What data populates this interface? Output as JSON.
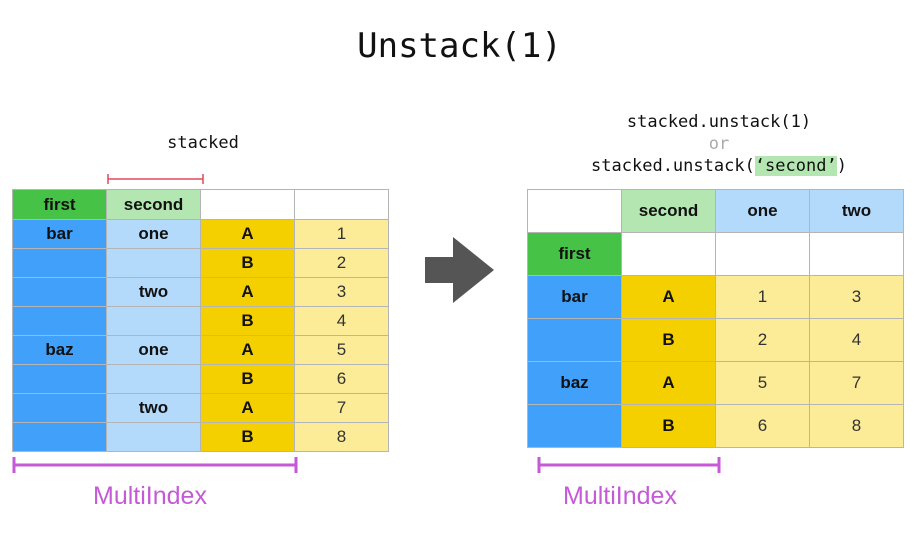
{
  "title": "Unstack(1)",
  "left": {
    "caption": "stacked",
    "header": [
      "first",
      "second",
      "",
      ""
    ],
    "rows": [
      [
        "bar",
        "one",
        "A",
        "1"
      ],
      [
        "",
        "",
        "B",
        "2"
      ],
      [
        "",
        "two",
        "A",
        "3"
      ],
      [
        "",
        "",
        "B",
        "4"
      ],
      [
        "baz",
        "one",
        "A",
        "5"
      ],
      [
        "",
        "",
        "B",
        "6"
      ],
      [
        "",
        "two",
        "A",
        "7"
      ],
      [
        "",
        "",
        "B",
        "8"
      ]
    ],
    "multiindex_label": "MultiIndex"
  },
  "right": {
    "code_line1": "stacked.unstack(1)",
    "code_or": "or",
    "code_line3_prefix": "stacked.unstack(",
    "code_line3_arg": "‘second’",
    "code_line3_suffix": ")",
    "header": [
      "",
      "second",
      "one",
      "two"
    ],
    "index_name": "first",
    "rows": [
      [
        "bar",
        "A",
        "1",
        "3"
      ],
      [
        "",
        "B",
        "2",
        "4"
      ],
      [
        "baz",
        "A",
        "5",
        "7"
      ],
      [
        "",
        "B",
        "6",
        "8"
      ]
    ],
    "multiindex_label": "MultiIndex"
  },
  "colors": {
    "index_name": "#46c346",
    "index_level": "#40a0fa",
    "second_level": "#b3d9fb",
    "inner_level": "#f5d000",
    "values": "#fdec97",
    "multiindex_bracket": "#c45ad6",
    "stacked_marker": "#e0485a",
    "arrow": "#555555"
  },
  "icons": [
    "right-arrow-icon"
  ]
}
